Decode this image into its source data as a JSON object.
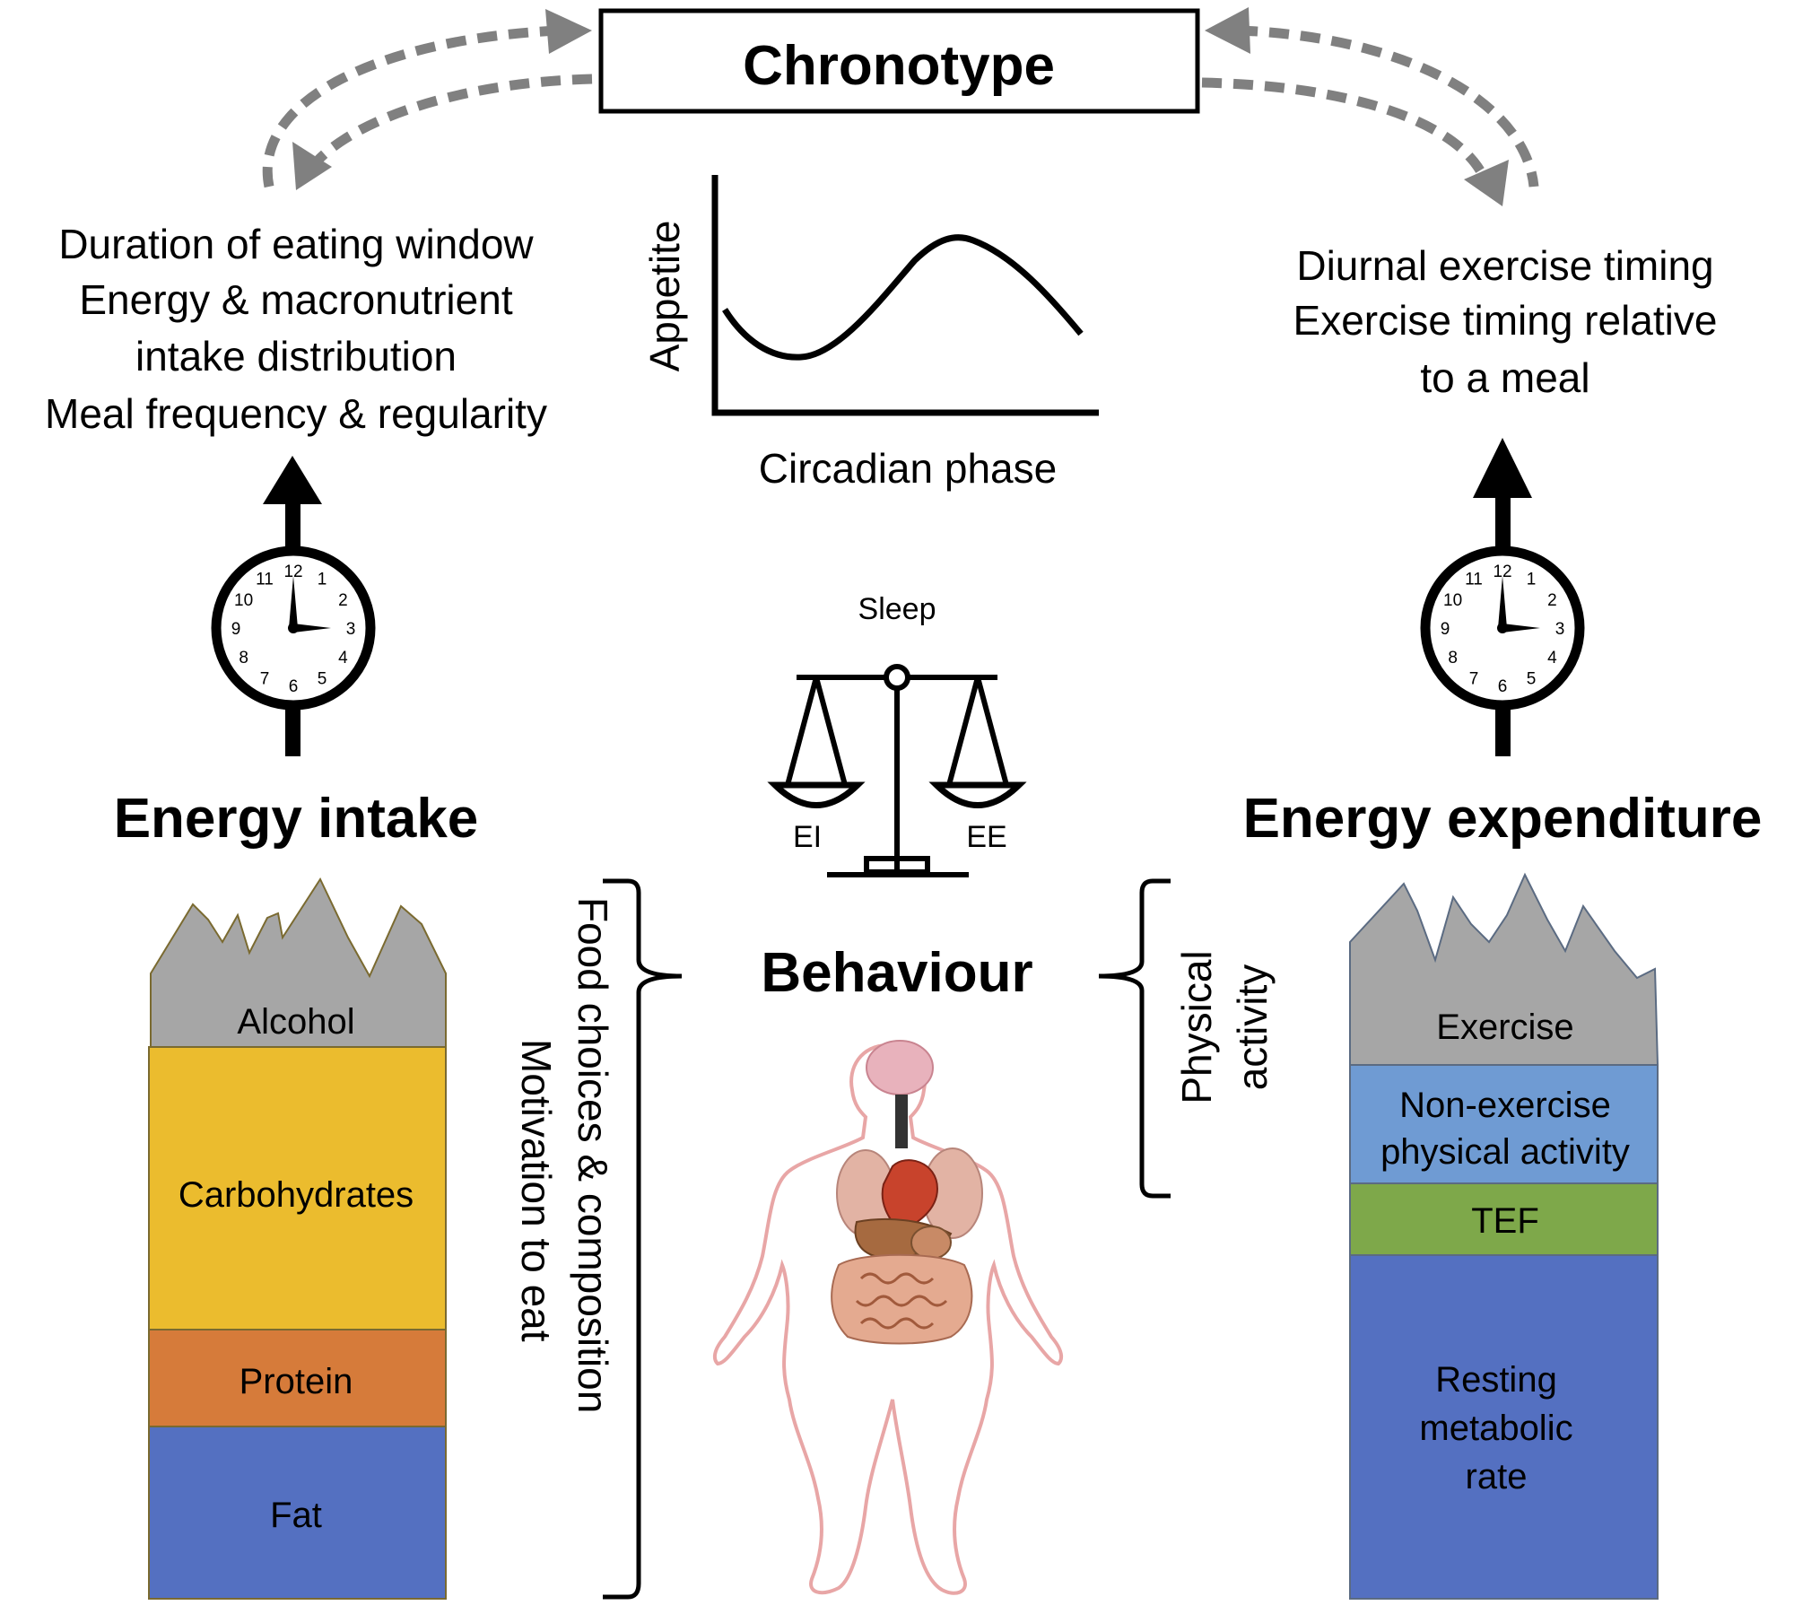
{
  "chronotype": {
    "label": "Chronotype"
  },
  "eating_factors": [
    "Duration of eating window",
    "Energy & macronutrient",
    "intake distribution",
    "Meal frequency & regularity"
  ],
  "exercise_factors": [
    "Diurnal exercise timing",
    "Exercise timing relative",
    "to a meal"
  ],
  "appetite_graph": {
    "ylabel": "Appetite",
    "xlabel": "Circadian phase"
  },
  "scale": {
    "top_label": "Sleep",
    "left_label": "EI",
    "right_label": "EE"
  },
  "clock_numbers": [
    "12",
    "1",
    "2",
    "3",
    "4",
    "5",
    "6",
    "7",
    "8",
    "9",
    "10",
    "11"
  ],
  "energy_intake": {
    "title": "Energy intake",
    "layers": [
      {
        "label": "Alcohol",
        "color": "#a6a6a6"
      },
      {
        "label": "Carbohydrates",
        "color": "#ebbc2e"
      },
      {
        "label": "Protein",
        "color": "#d67b3a"
      },
      {
        "label": "Fat",
        "color": "#5470c1"
      }
    ]
  },
  "energy_expenditure": {
    "title": "Energy expenditure",
    "layers": [
      {
        "label": "Exercise",
        "color": "#a6a6a6"
      },
      {
        "label_lines": [
          "Non-exercise",
          "physical activity"
        ],
        "color": "#6f9bd3"
      },
      {
        "label": "TEF",
        "color": "#7ea84a"
      },
      {
        "label_lines": [
          "Resting",
          "metabolic",
          "rate"
        ],
        "color": "#5470c1"
      }
    ]
  },
  "behaviour": {
    "label": "Behaviour",
    "food_lines": [
      "Food choices & composition",
      "Motivation to eat"
    ],
    "activity_lines": [
      "Physical",
      "activity"
    ]
  }
}
